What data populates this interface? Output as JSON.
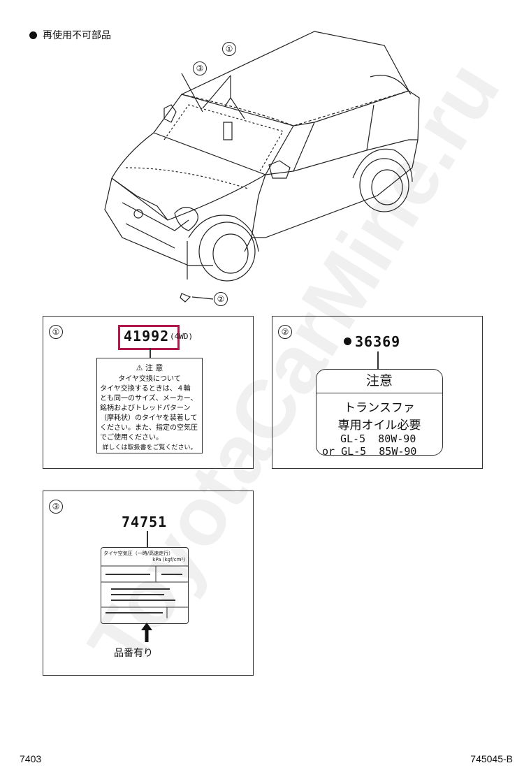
{
  "legend": {
    "text": "再使用不可部品"
  },
  "watermark": "ToyotaCarMine.ru",
  "car": {
    "callouts": [
      "①",
      "②",
      "③"
    ]
  },
  "panel1": {
    "num": "①",
    "part_number": "41992",
    "part_note": "(4WD)",
    "label": {
      "title": "注 意",
      "lines": [
        "タイヤ交換について",
        "タイヤ交換するときは、４輪",
        "とも同一のサイズ、メーカー、",
        "銘柄およびトレッドパターン",
        "（摩耗状）のタイヤを装着して",
        "ください。また、指定の空気圧",
        "でご使用ください。",
        "詳しくは取扱書をご覧ください。"
      ]
    }
  },
  "panel2": {
    "num": "②",
    "part_number": "36369",
    "label": {
      "title": "注意",
      "line1": "トランスファ",
      "line2": "専用オイル必要",
      "line3": "GL-5  80W-90",
      "line4": "or GL-5  85W-90"
    }
  },
  "panel3": {
    "num": "③",
    "part_number": "74751",
    "label": {
      "line1": "タイヤ空気圧（一時/高速走行）",
      "line2": "kPa (kgf/cm²)"
    },
    "arrow_caption": "品番有り"
  },
  "footer": {
    "left": "7403",
    "right": "745045-B"
  }
}
